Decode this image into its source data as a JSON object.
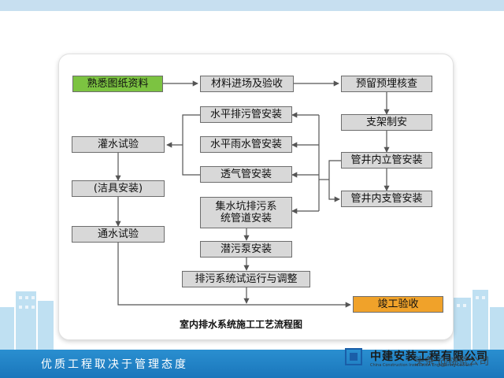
{
  "diagram": {
    "title": "室内排水系统施工工艺流程图",
    "colors": {
      "start": "#7cc341",
      "end": "#f0a22a",
      "box": "#d8d8d8",
      "line": "#555555"
    },
    "nodes": {
      "familiarize": "熟悉图纸资料",
      "materials": "材料进场及验收",
      "embed_check": "预留预埋核查",
      "bracket": "支架制安",
      "shaft_riser": "管井内立管安装",
      "shaft_branch": "管井内支管安装",
      "horizontal_sewage": "水平排污管安装",
      "horizontal_rain": "水平雨水管安装",
      "vent": "透气管安装",
      "sump": "集水坑排污系统管道安装",
      "pump": "潜污泵安装",
      "sewage_test": "排污系统试运行与调整",
      "water_fill_test": "灌水试验",
      "fixtures": "(洁具安装)",
      "flow_test": "通水试验",
      "acceptance": "竣工验收"
    }
  },
  "footer": {
    "slogan": "优质工程取决于管理态度",
    "company_cn": "中建安装工程有限公司",
    "company_en": "China Construction Installation Engineering Co., Ltd.",
    "watermark": "头条 @桃壁公司"
  }
}
